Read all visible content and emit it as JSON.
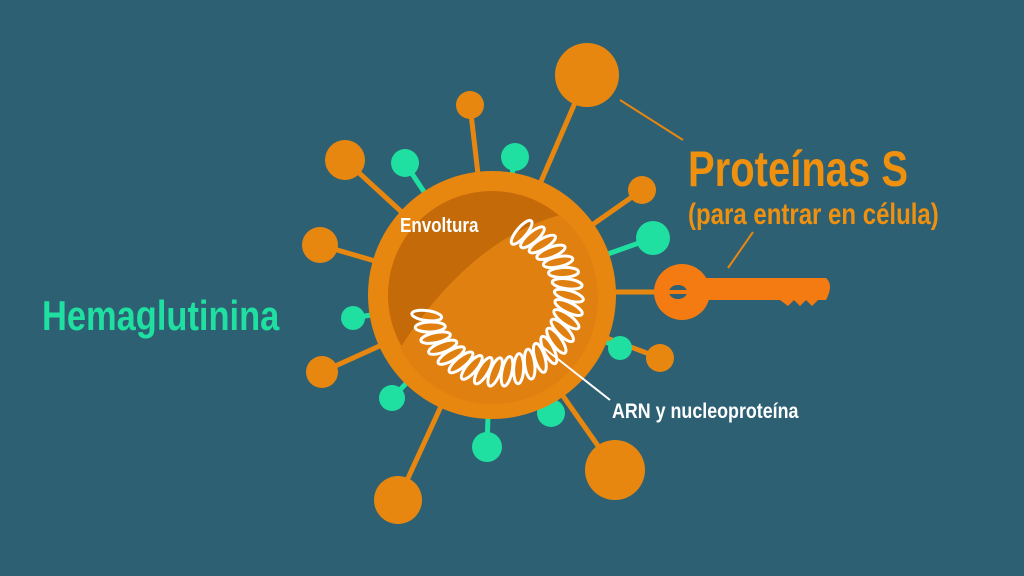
{
  "labels": {
    "spike_title": "Proteínas S",
    "spike_subtitle": "(para entrar en célula)",
    "hemagglutinin": "Hemaglutinina",
    "envelope": "Envoltura",
    "rna": "ARN y nucleoproteína"
  },
  "colors": {
    "background": "#2d6073",
    "virus_orange": "#e8870f",
    "key_orange": "#f47a12",
    "hemagglutinin_green": "#1fe0a0"
  }
}
